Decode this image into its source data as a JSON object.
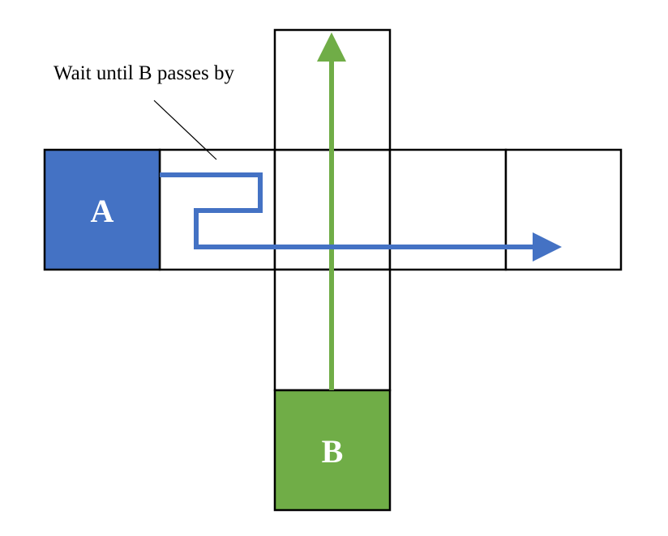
{
  "annotation": {
    "text": "Wait until B passes by"
  },
  "agents": {
    "a": {
      "label": "A",
      "color": "#4472C4"
    },
    "b": {
      "label": "B",
      "color": "#70AD47"
    }
  },
  "paths": {
    "a_color": "#4472C4",
    "b_color": "#70AD47"
  }
}
